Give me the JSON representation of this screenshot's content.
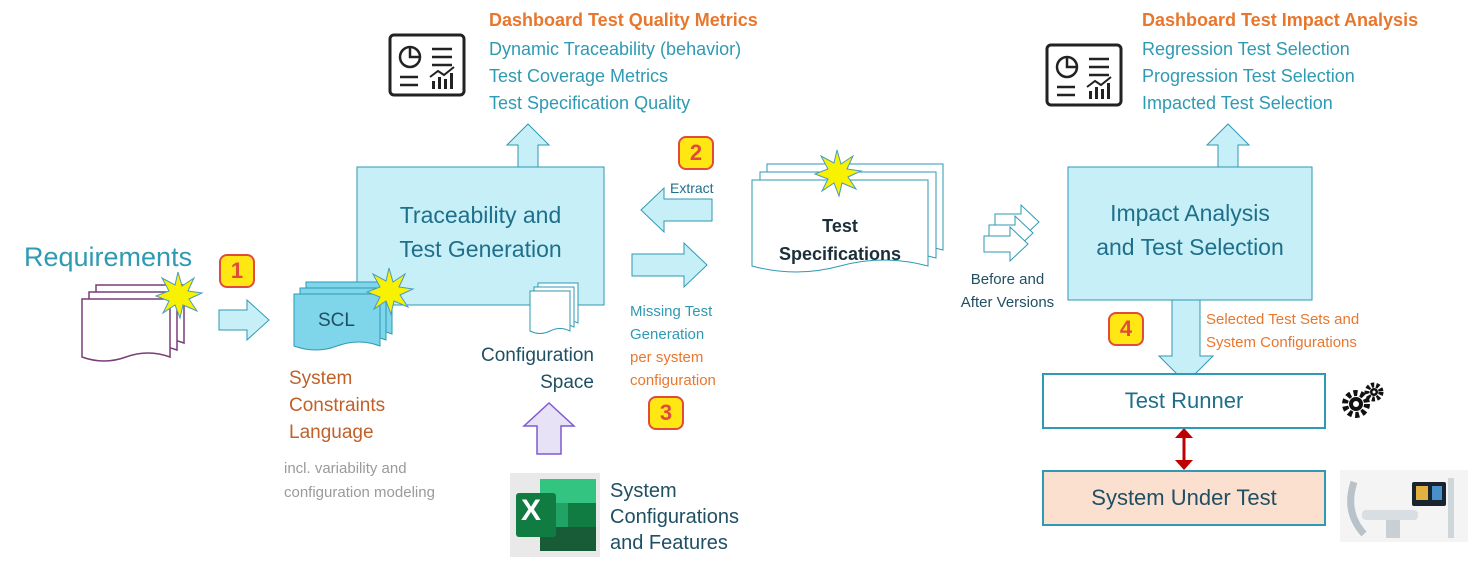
{
  "requirements": {
    "title": "Requirements",
    "badge": "1"
  },
  "scl": {
    "label": "SCL",
    "desc_lines": [
      "System",
      "Constraints",
      "Language"
    ],
    "note_lines": [
      "incl. variability and",
      "configuration modeling"
    ]
  },
  "traceability": {
    "title_lines": [
      "Traceability and",
      "Test Generation"
    ],
    "config_space_lines": [
      "Configuration",
      "Space"
    ]
  },
  "dashboard_quality": {
    "title": "Dashboard Test Quality Metrics",
    "items": [
      "Dynamic Traceability (behavior)",
      "Test Coverage Metrics",
      "Test Specification Quality"
    ]
  },
  "extract": {
    "badge": "2",
    "label": "Extract"
  },
  "missing": {
    "lines_teal": [
      "Missing Test",
      "Generation"
    ],
    "lines_orange": [
      "per system",
      "configuration"
    ],
    "badge": "3"
  },
  "system_config": {
    "excel_letter": "X",
    "lines": [
      "System",
      "Configurations",
      "and Features"
    ]
  },
  "test_specs": {
    "lines": [
      "Test",
      "Specifications"
    ]
  },
  "versions": {
    "lines": [
      "Before and",
      "After Versions"
    ]
  },
  "impact": {
    "title_lines": [
      "Impact Analysis",
      "and Test Selection"
    ]
  },
  "dashboard_impact": {
    "title": "Dashboard Test Impact Analysis",
    "items": [
      "Regression Test Selection",
      "Progression Test Selection",
      "Impacted Test Selection"
    ]
  },
  "selected": {
    "badge": "4",
    "lines": [
      "Selected Test Sets and",
      "System Configurations"
    ]
  },
  "test_runner": {
    "label": "Test Runner"
  },
  "sut": {
    "label": "System Under Test"
  },
  "colors": {
    "teal": "#2e9ab3",
    "orange": "#e8772e",
    "light_blue": "#c7eff7",
    "peach": "#fbe0d0",
    "badge_yellow": "#ffe714",
    "badge_red": "#e24a3a",
    "purple": "#7a3d7a",
    "red_arrow": "#c00000",
    "excel_green": "#107c41"
  },
  "icons": [
    "dashboard-icon",
    "starburst-icon",
    "excel-icon",
    "gears-icon",
    "medical-device-icon"
  ]
}
